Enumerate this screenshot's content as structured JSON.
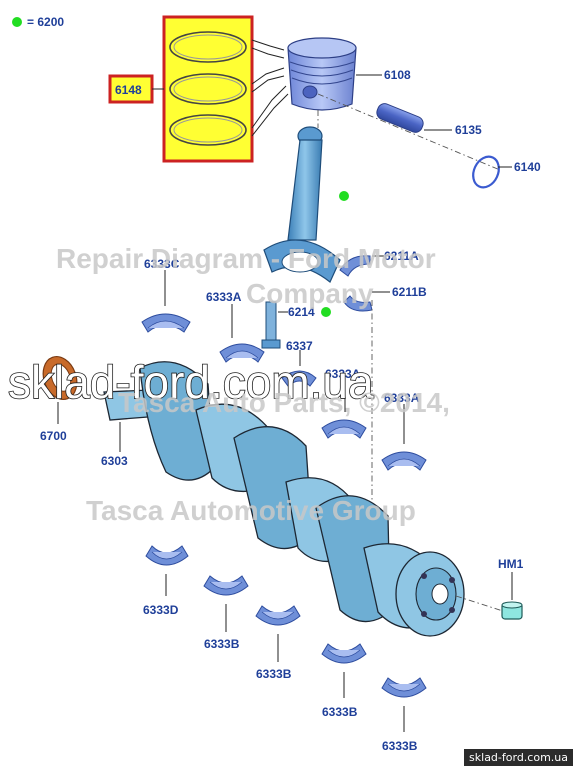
{
  "legend": {
    "dot_color": "#22dd22",
    "text": "= 6200"
  },
  "callouts": {
    "c6148": "6148",
    "c6108": "6108",
    "c6135": "6135",
    "c6140": "6140",
    "c6211A": "6211A",
    "c6211B": "6211B",
    "c6214": "6214",
    "c6337": "6337",
    "c6333C": "6333C",
    "c6333A_1": "6333A",
    "c6333A_2": "6333A",
    "c6333A_3": "6333A",
    "c6700": "6700",
    "c6303": "6303",
    "c6333D": "6333D",
    "c6333B_1": "6333B",
    "c6333B_2": "6333B",
    "c6333B_3": "6333B",
    "c6333B_4": "6333B",
    "cHM1": "HM1"
  },
  "watermarks": {
    "line1": "Repair Diagram - Ford Motor",
    "line2": "Company",
    "line3": "sklad-ford.com.ua",
    "line4": "Tasca Auto Parts, ©2014,",
    "line5": "Tasca Automotive Group"
  },
  "footer": "sklad-ford.com.ua",
  "colors": {
    "label": "#1f3f99",
    "highlight_fill": "#ffff33",
    "highlight_border": "#cc2222",
    "bearing": "#6f8fd8",
    "crankshaft": "#8fc6e4"
  }
}
